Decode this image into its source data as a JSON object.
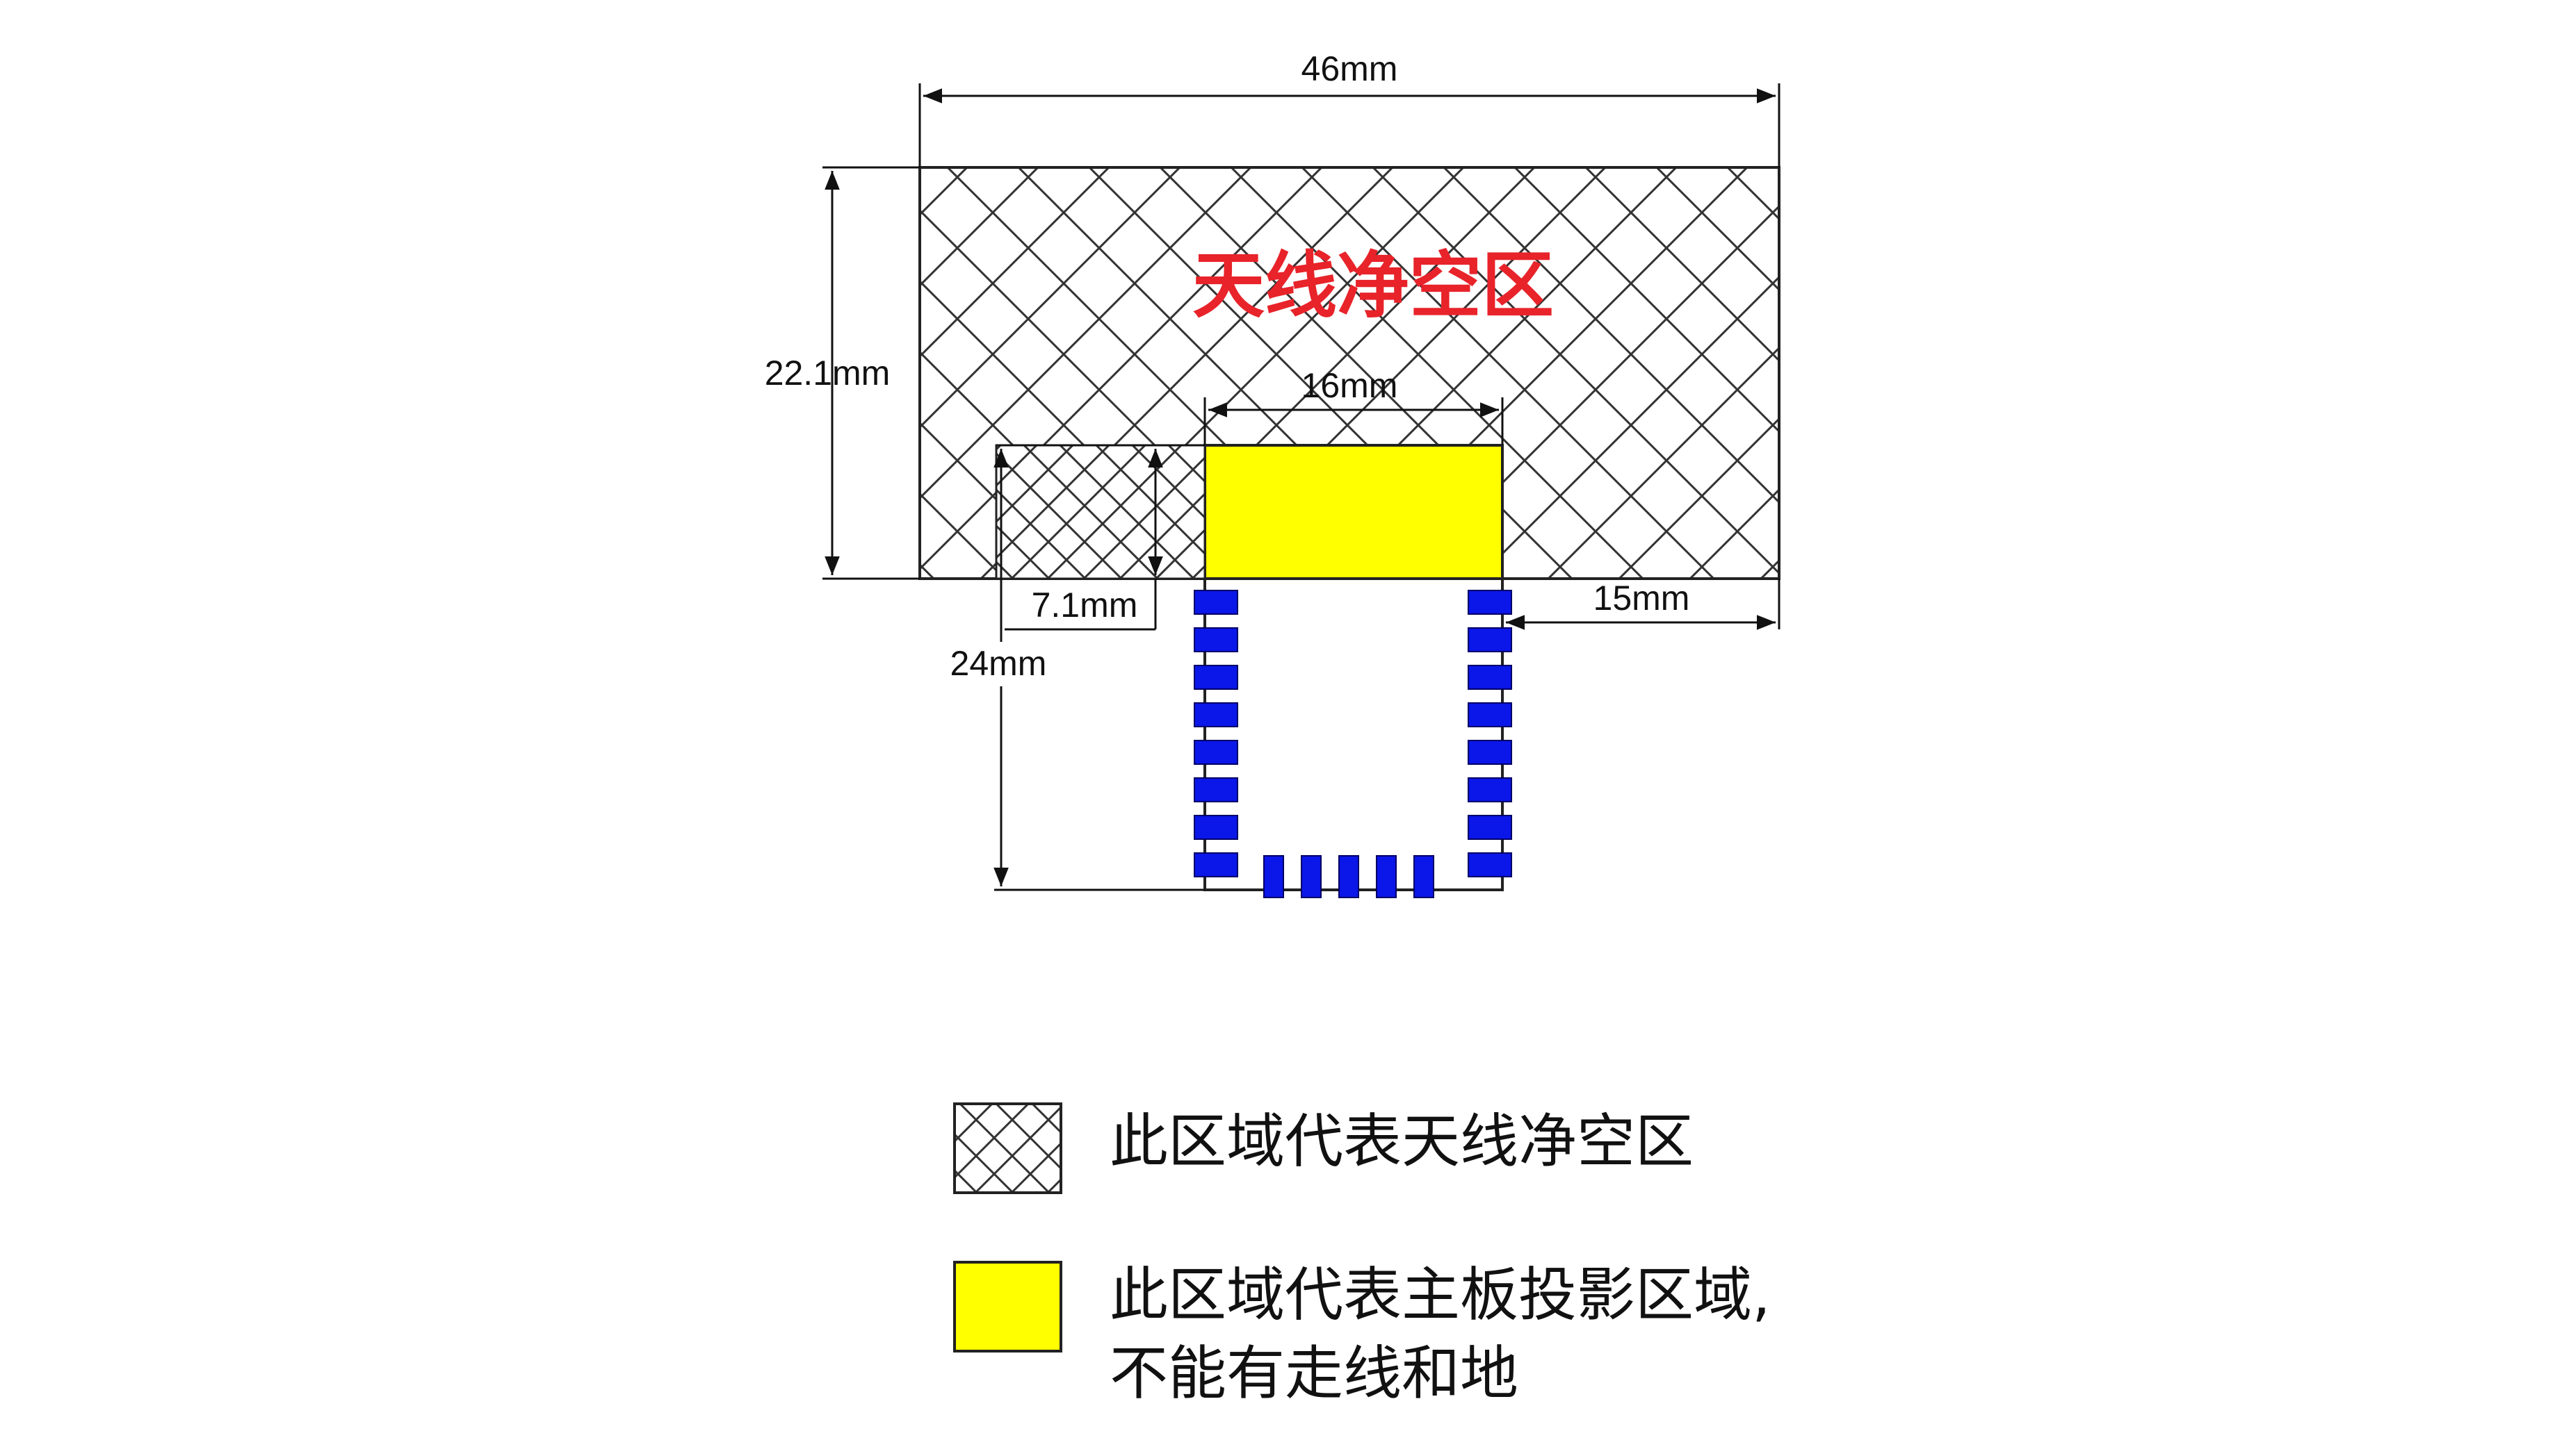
{
  "diagram": {
    "title": "天线净空区",
    "dimensions": {
      "total_width": "46mm",
      "clearance_height": "22.1mm",
      "module_width": "16mm",
      "left_offset": "7.1mm",
      "right_offset": "15mm",
      "module_height": "24mm"
    },
    "legend": {
      "clearance_label": "此区域代表天线净空区",
      "projection_label_line1": "此区域代表主板投影区域,",
      "projection_label_line2": "不能有走线和地"
    },
    "colors": {
      "title": "#e8232a",
      "projection_fill": "#ffff00",
      "pins": "#0a17e8",
      "hatch": "#333333"
    }
  }
}
